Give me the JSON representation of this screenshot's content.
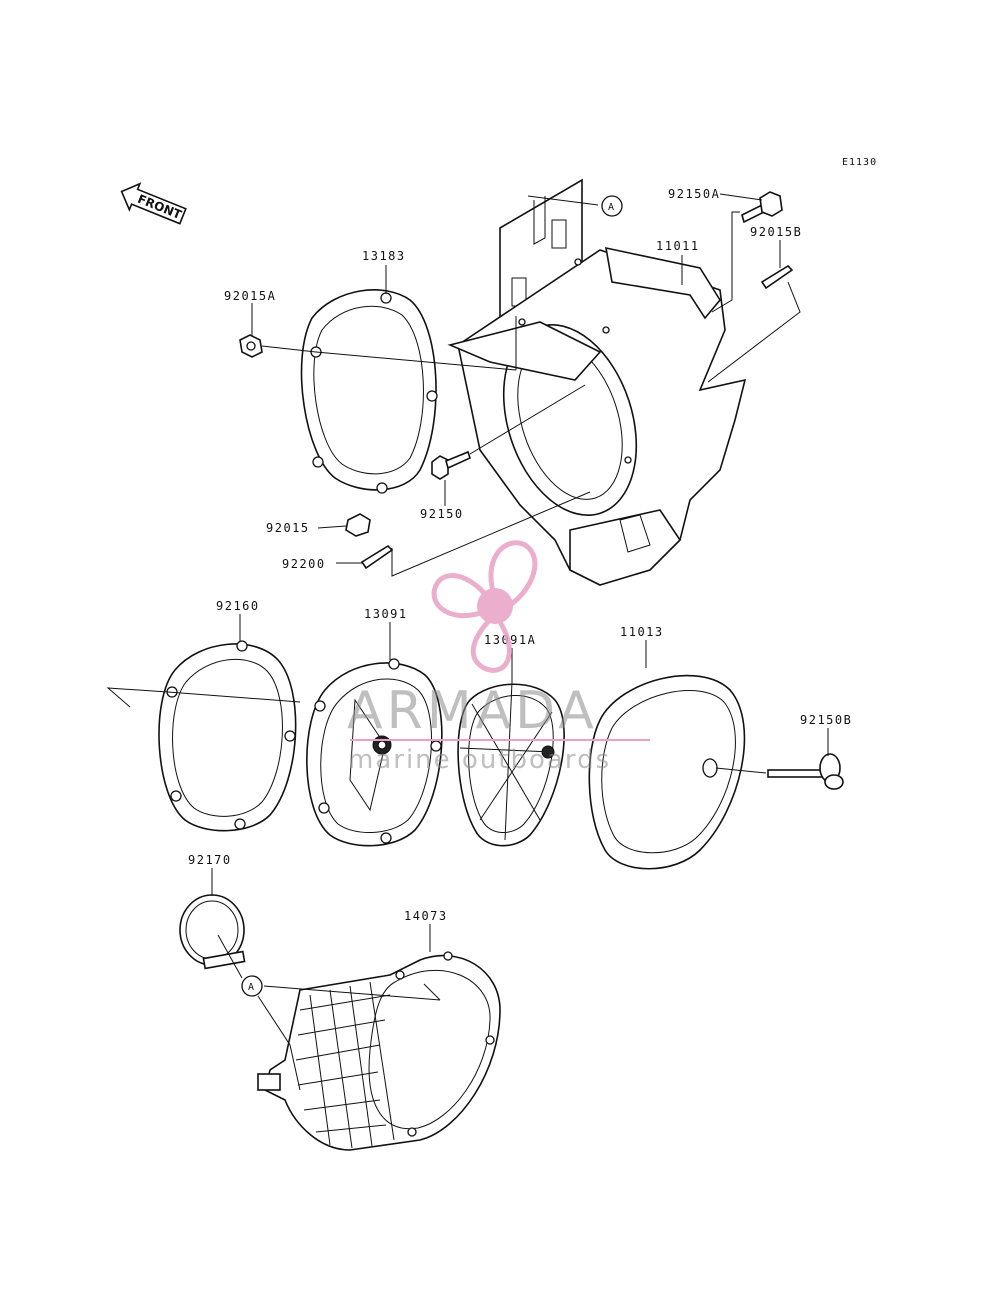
{
  "diagram_code": "E1130",
  "front_label": "FRONT",
  "ref_mark": "A",
  "watermark": {
    "title": "ARMADA",
    "subtitle": "marine outboards",
    "accent_color": "#e8a0c4"
  },
  "parts": {
    "p92150A": "92150A",
    "p92015B": "92015B",
    "p11011": "11011",
    "p13183": "13183",
    "p92015A": "92015A",
    "p92150": "92150",
    "p92015": "92015",
    "p92200": "92200",
    "p92160": "92160",
    "p13091": "13091",
    "p13091A": "13091A",
    "p11013": "11013",
    "p92150B": "92150B",
    "p92170": "92170",
    "p14073": "14073"
  }
}
